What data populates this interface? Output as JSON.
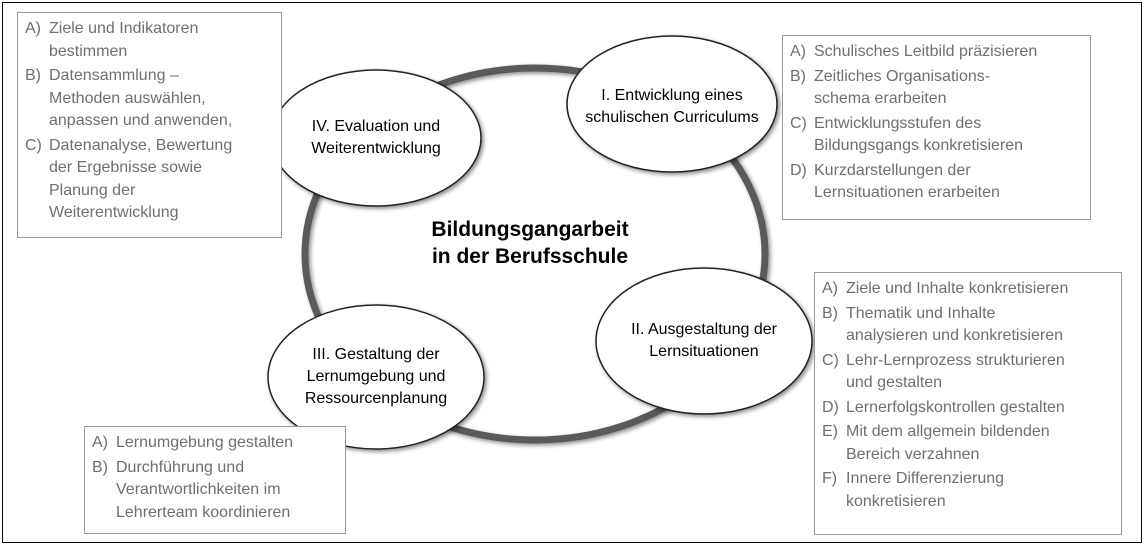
{
  "center": {
    "title_lines": [
      "Bildungsgangarbeit",
      "in der Berufsschule"
    ]
  },
  "stages": [
    {
      "id": "I",
      "lines": [
        "I. Entwicklung eines",
        "schulischen Curriculums"
      ]
    },
    {
      "id": "II",
      "lines": [
        "II. Ausgestaltung der",
        "Lernsituationen"
      ]
    },
    {
      "id": "III",
      "lines": [
        "III. Gestaltung der",
        "Lernumgebung und",
        "Ressourcenplanung"
      ]
    },
    {
      "id": "IV",
      "lines": [
        "IV. Evaluation und",
        "Weiterentwicklung"
      ]
    }
  ],
  "boxes": {
    "I": [
      {
        "key": "A)",
        "lines": [
          "Schulisches Leitbild präzisieren"
        ]
      },
      {
        "key": "B)",
        "lines": [
          "Zeitliches Organisations-",
          "schema erarbeiten"
        ]
      },
      {
        "key": "C)",
        "lines": [
          "Entwicklungsstufen des",
          "Bildungsgangs konkretisieren"
        ]
      },
      {
        "key": "D)",
        "lines": [
          "Kurzdarstellungen der",
          "Lernsituationen erarbeiten"
        ]
      }
    ],
    "II": [
      {
        "key": "A)",
        "lines": [
          "Ziele und Inhalte konkretisieren"
        ]
      },
      {
        "key": "B)",
        "lines": [
          "Thematik und Inhalte",
          "analysieren und konkretisieren"
        ]
      },
      {
        "key": "C)",
        "lines": [
          "Lehr-Lernprozess strukturieren",
          "und gestalten"
        ]
      },
      {
        "key": "D)",
        "lines": [
          "Lernerfolgskontrollen gestalten"
        ]
      },
      {
        "key": "E)",
        "lines": [
          "Mit dem allgemein bildenden",
          "Bereich verzahnen"
        ]
      },
      {
        "key": "F)",
        "lines": [
          "Innere Differenzierung",
          "konkretisieren"
        ]
      }
    ],
    "III": [
      {
        "key": "A)",
        "lines": [
          "Lernumgebung gestalten"
        ]
      },
      {
        "key": "B)",
        "lines": [
          "Durchführung und",
          "Verantwortlichkeiten im",
          "Lehrerteam koordinieren"
        ]
      }
    ],
    "IV": [
      {
        "key": "A)",
        "lines": [
          "Ziele und Indikatoren",
          "bestimmen"
        ]
      },
      {
        "key": "B)",
        "lines": [
          "Datensammlung –",
          "Methoden auswählen,",
          "anpassen und anwenden,"
        ]
      },
      {
        "key": "C)",
        "lines": [
          "Datenanalyse, Bewertung",
          "der Ergebnisse sowie",
          "Planung der",
          "Weiterentwicklung"
        ]
      }
    ]
  }
}
